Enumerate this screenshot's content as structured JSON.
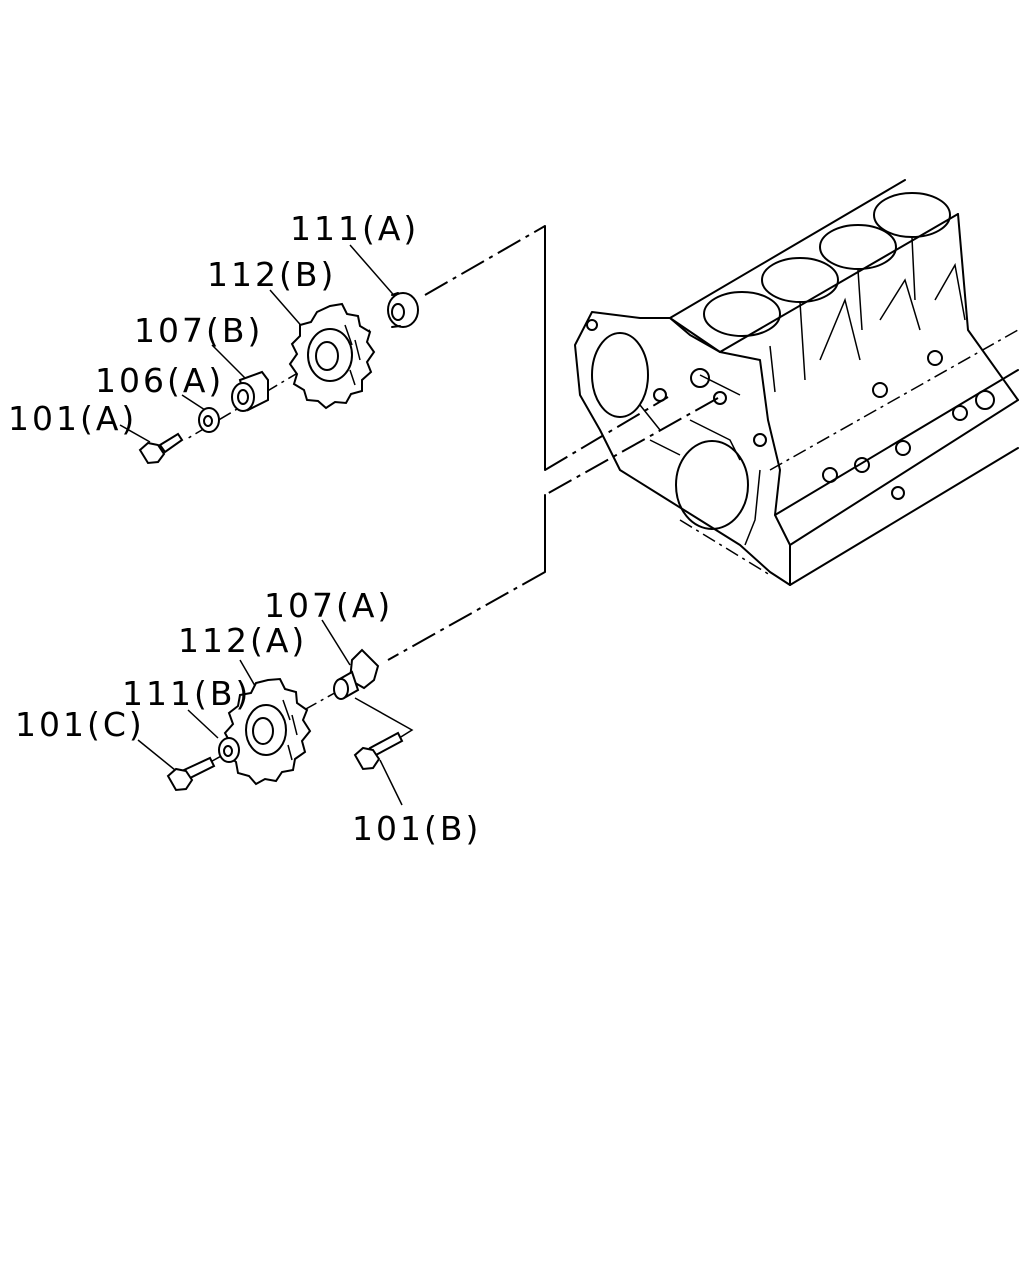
{
  "diagram": {
    "parts": [
      {
        "id": "p111a",
        "label": "111(A)",
        "icon": "thrust-washer-icon"
      },
      {
        "id": "p112b",
        "label": "112(B)",
        "icon": "idler-gear-icon"
      },
      {
        "id": "p107b",
        "label": "107(B)",
        "icon": "idler-shaft-icon"
      },
      {
        "id": "p106a",
        "label": "106(A)",
        "icon": "washer-icon"
      },
      {
        "id": "p101a",
        "label": "101(A)",
        "icon": "bolt-icon"
      },
      {
        "id": "p107a",
        "label": "107(A)",
        "icon": "flanged-shaft-icon"
      },
      {
        "id": "p112a",
        "label": "112(A)",
        "icon": "idler-gear-icon"
      },
      {
        "id": "p111b",
        "label": "111(B)",
        "icon": "thrust-washer-icon"
      },
      {
        "id": "p101c",
        "label": "101(C)",
        "icon": "bolt-icon"
      },
      {
        "id": "p101b",
        "label": "101(B)",
        "icon": "bolt-icon"
      }
    ],
    "assembly": {
      "icon": "cylinder-block-icon"
    }
  }
}
